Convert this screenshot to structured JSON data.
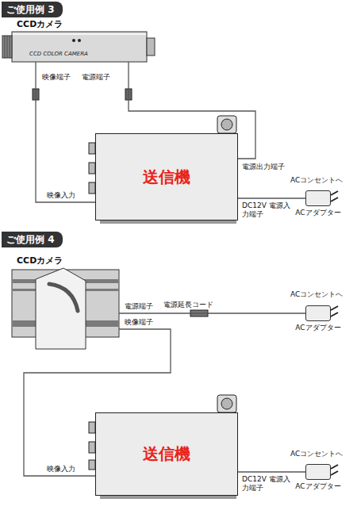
{
  "diagram": {
    "nodes": [
      {
        "text": [
          "ご使用例 3"
        ]
      },
      {
        "text": [
          "CCDカメラ",
          "CCD COLOR CAMERA"
        ]
      },
      {
        "text": [
          "送信機"
        ]
      },
      {
        "text": [
          "ACアダプター"
        ]
      },
      {
        "text": [
          "ご使用例 4"
        ]
      },
      {
        "text": [
          "CCDカメラ"
        ]
      },
      {
        "text": [
          "ACアダプター"
        ]
      },
      {
        "text": [
          "送信機"
        ]
      },
      {
        "text": [
          "ACアダプター"
        ]
      }
    ],
    "edges": [
      {
        "from": 1,
        "to": 2,
        "arrow": "none"
      },
      {
        "from": 1,
        "to": 2,
        "arrow": "none"
      },
      {
        "from": 3,
        "to": 2,
        "arrow": "none"
      },
      {
        "from": 6,
        "to": 5,
        "arrow": "none"
      },
      {
        "from": 5,
        "to": 7,
        "arrow": "none"
      },
      {
        "from": 8,
        "to": 7,
        "arrow": "none"
      }
    ],
    "labels": [
      "映像端子",
      "電源端子",
      "映像入力",
      "電源出力端子",
      "DC12V 電源入力端子",
      "ACコンセントへ",
      "電源端子",
      "電源延長コード",
      "ACコンセントへ",
      "映像端子",
      "映像入力",
      "DC12V 電源入力端子",
      "ACコンセントへ"
    ]
  }
}
